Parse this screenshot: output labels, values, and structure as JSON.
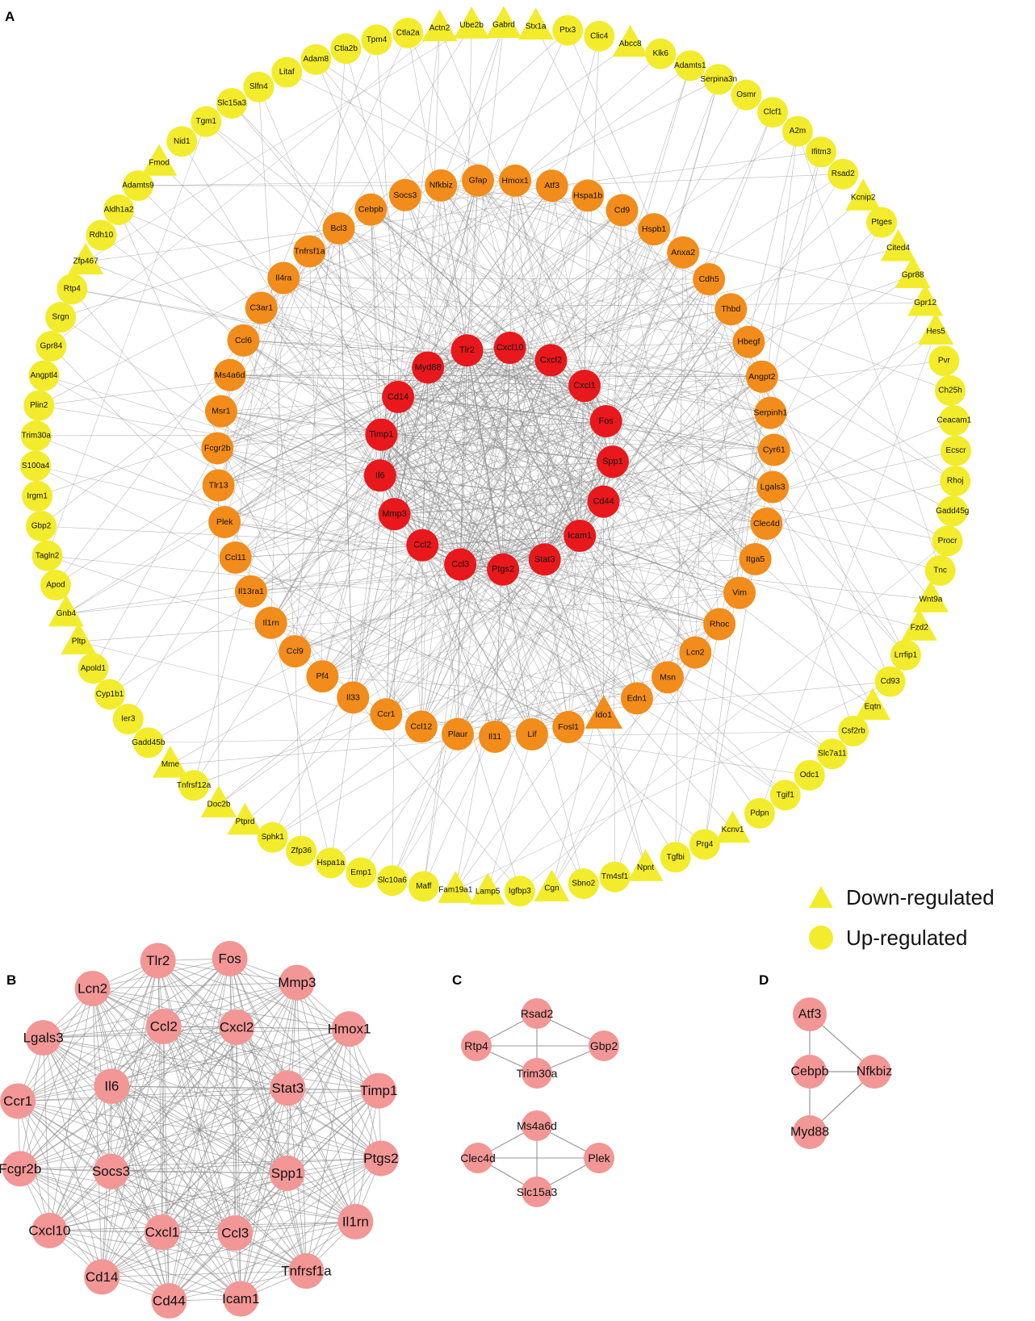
{
  "panel_labels": {
    "a": "A",
    "b": "B",
    "c": "C",
    "d": "D"
  },
  "legend": {
    "down": "Down-regulated",
    "up": "Up-regulated"
  },
  "colors": {
    "up": "#f2ec2c",
    "down": "#f2ec2c",
    "middle": "#f28c1a",
    "core": "#e8181c",
    "hub": "#f29696",
    "edge": "#8c8c8c"
  },
  "panel_a": {
    "core_nodes": [
      "Cxcl10",
      "Cxcl2",
      "Cxcl1",
      "Fos",
      "Spp1",
      "Cd44",
      "Icam1",
      "Stat3",
      "Ptgs2",
      "Ccl3",
      "Ccl2",
      "Mmp3",
      "Il6",
      "Timp1",
      "Cd14",
      "Myd88",
      "Tlr2"
    ],
    "middle_nodes": [
      "Hmox1",
      "Atf3",
      "Hspa1b",
      "Cd9",
      "Hspb1",
      "Anxa2",
      "Cdh5",
      "Thbd",
      "Hbegf",
      "Angpt2",
      "Serpinh1",
      "Cyr61",
      "Lgals3",
      "Clec4d",
      "Itga5",
      "Vim",
      "Rhoc",
      "Lcn2",
      "Msn",
      "Edn1",
      "Ido1",
      "Fosl1",
      "Lif",
      "Il11",
      "Plaur",
      "Ccl12",
      "Ccr1",
      "Il33",
      "Pf4",
      "Ccl9",
      "Il1rn",
      "Il13ra1",
      "Ccl11",
      "Plek",
      "Tlr13",
      "Fcgr2b",
      "Msr1",
      "Ms4a6d",
      "Ccl6",
      "C3ar1",
      "Il4ra",
      "Tnfrsf1a",
      "Bcl3",
      "Cebpb",
      "Socs3",
      "Nfkbiz",
      "Gfap"
    ],
    "middle_down": [
      "Ido1"
    ],
    "outer_nodes": [
      "Gabrd",
      "Stx1a",
      "Ptx3",
      "Clic4",
      "Abcc8",
      "Klk6",
      "Adamts1",
      "Serpina3n",
      "Osmr",
      "Clcf1",
      "A2m",
      "Ifitm3",
      "Rsad2",
      "Kcnip2",
      "Ptges",
      "Cited4",
      "Gpr88",
      "Gpr12",
      "Hes5",
      "Pvr",
      "Ch25h",
      "Ceacam1",
      "Ecscr",
      "Rhoj",
      "Gadd45g",
      "Procr",
      "Tnc",
      "Wnt9a",
      "Fzd2",
      "Lrrfip1",
      "Cd93",
      "Eqtn",
      "Csf2rb",
      "Slc7a11",
      "Odc1",
      "Tgif1",
      "Pdpn",
      "Kcnv1",
      "Prg4",
      "Tgfbi",
      "Npnt",
      "Tm4sf1",
      "Sbno2",
      "Cgn",
      "Igfbp3",
      "Lamp5",
      "Fam19a1",
      "Maff",
      "Slc10a6",
      "Emp1",
      "Hspa1a",
      "Zfp36",
      "Sphk1",
      "Ptprd",
      "Doc2b",
      "Tnfrsf12a",
      "Mme",
      "Gadd45b",
      "Ier3",
      "Cyp1b1",
      "Apold1",
      "Pltp",
      "Gnb4",
      "Apod",
      "Tagln2",
      "Gbp2",
      "Irgm1",
      "S100a4",
      "Trim30a",
      "Plin2",
      "Angptl4",
      "Gpr84",
      "Srgn",
      "Rtp4",
      "Zfp467",
      "Rdh10",
      "Aldh1a2",
      "Adamts9",
      "Fmod",
      "Nid1",
      "Tgm1",
      "Slc15a3",
      "Slfn4",
      "Litaf",
      "Adam8",
      "Ctla2b",
      "Tpm4",
      "Ctla2a",
      "Actn2",
      "Ube2b"
    ],
    "outer_down": [
      "Gabrd",
      "Stx1a",
      "Abcc8",
      "Kcnip2",
      "Cited4",
      "Gpr88",
      "Gpr12",
      "Hes5",
      "Wnt9a",
      "Fzd2",
      "Eqtn",
      "Kcnv1",
      "Npnt",
      "Cgn",
      "Lamp5",
      "Fam19a1",
      "Ptprd",
      "Doc2b",
      "Mme",
      "Pltp",
      "Gnb4",
      "Zfp467",
      "Fmod",
      "Actn2",
      "Ube2b"
    ]
  },
  "panel_b": {
    "nodes": [
      "Tlr2",
      "Fos",
      "Mmp3",
      "Hmox1",
      "Timp1",
      "Ptgs2",
      "Il1rn",
      "Tnfrsf1a",
      "Icam1",
      "Cd44",
      "Cd14",
      "Cxcl10",
      "Fcgr2b",
      "Ccr1",
      "Lgals3",
      "Lcn2",
      "Ccl2",
      "Cxcl2",
      "Stat3",
      "Spp1",
      "Ccl3",
      "Cxcl1",
      "Socs3",
      "Il6"
    ]
  },
  "panel_c": {
    "nodes": [
      "Rsad2",
      "Rtp4",
      "Gbp2",
      "Trim30a",
      "Ms4a6d",
      "Clec4d",
      "Plek",
      "Slc15a3"
    ],
    "edges": [
      [
        "Rsad2",
        "Rtp4"
      ],
      [
        "Rsad2",
        "Gbp2"
      ],
      [
        "Rsad2",
        "Trim30a"
      ],
      [
        "Rtp4",
        "Trim30a"
      ],
      [
        "Gbp2",
        "Trim30a"
      ],
      [
        "Rtp4",
        "Gbp2"
      ],
      [
        "Ms4a6d",
        "Clec4d"
      ],
      [
        "Ms4a6d",
        "Plek"
      ],
      [
        "Ms4a6d",
        "Slc15a3"
      ],
      [
        "Clec4d",
        "Plek"
      ],
      [
        "Clec4d",
        "Slc15a3"
      ],
      [
        "Plek",
        "Slc15a3"
      ]
    ]
  },
  "panel_d": {
    "nodes": [
      "Atf3",
      "Cebpb",
      "Nfkbiz",
      "Myd88"
    ],
    "edges": [
      [
        "Atf3",
        "Cebpb"
      ],
      [
        "Atf3",
        "Nfkbiz"
      ],
      [
        "Cebpb",
        "Nfkbiz"
      ],
      [
        "Cebpb",
        "Myd88"
      ],
      [
        "Myd88",
        "Nfkbiz"
      ]
    ]
  }
}
